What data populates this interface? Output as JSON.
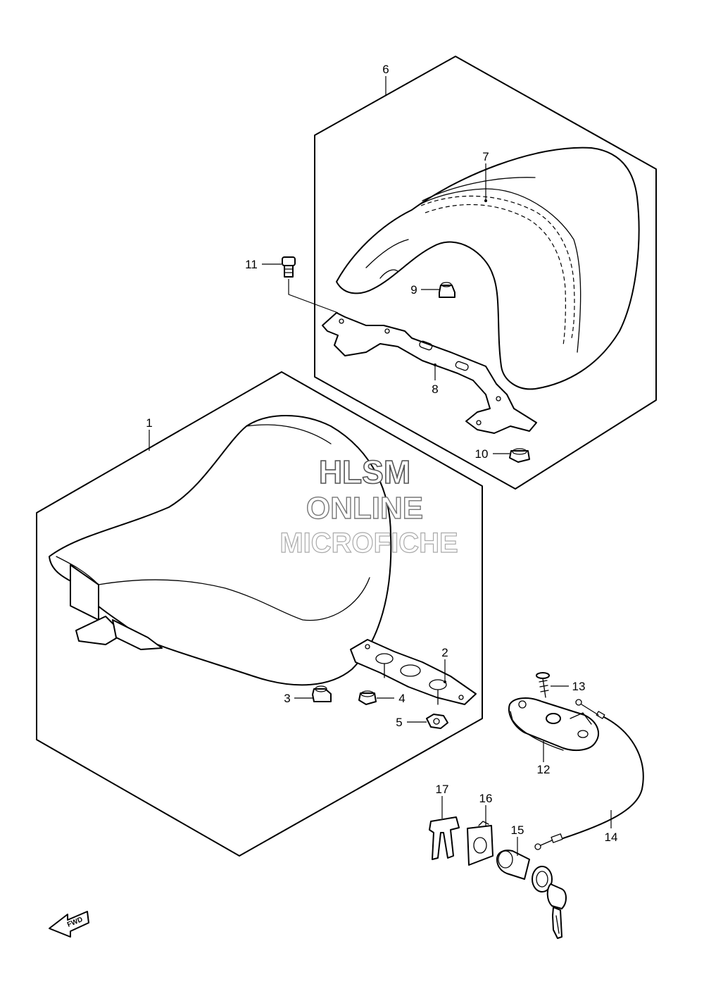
{
  "watermark": {
    "line1": "HLSM",
    "line2": "ONLINE",
    "line3": "MICROFICHE"
  },
  "fwd_label": "FWD",
  "callouts": {
    "c1": "1",
    "c2": "2",
    "c3": "3",
    "c4": "4",
    "c5": "5",
    "c6": "6",
    "c7": "7",
    "c8": "8",
    "c9": "9",
    "c10": "10",
    "c11": "11",
    "c12": "12",
    "c13": "13",
    "c14": "14",
    "c15": "15",
    "c16": "16",
    "c17": "17"
  }
}
